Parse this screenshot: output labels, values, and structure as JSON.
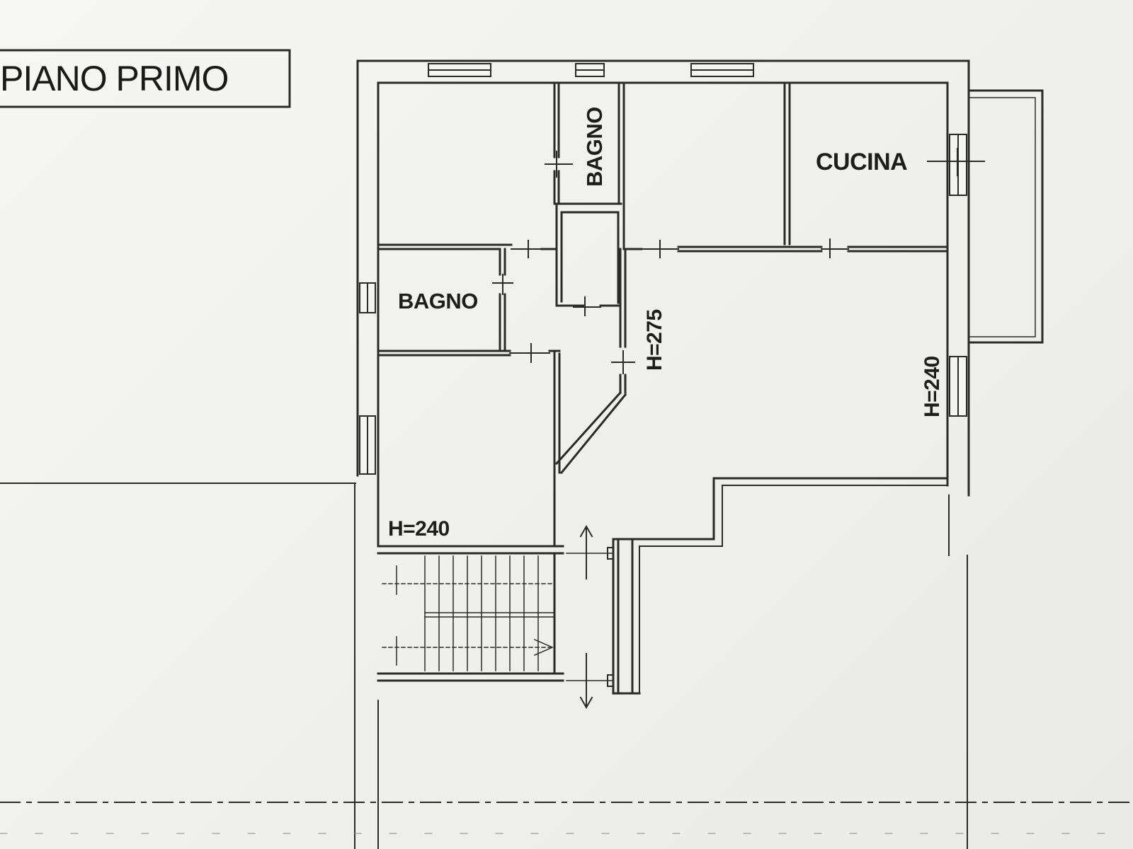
{
  "title": "PIANO PRIMO",
  "rooms": {
    "bagno_top": "BAGNO",
    "cucina": "CUCINA",
    "bagno_left": "BAGNO"
  },
  "heights": {
    "corridor": "H=275",
    "living": "H=240",
    "landing": "H=240"
  },
  "colors": {
    "line": "#2a2a2a",
    "paper": "#f4f4f1"
  }
}
